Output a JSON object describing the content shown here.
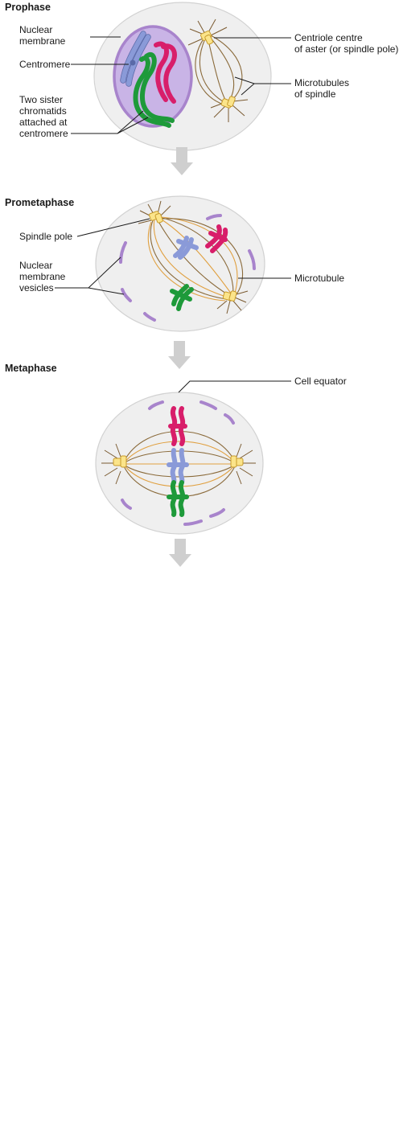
{
  "phases": [
    {
      "title": "Prophase",
      "labels": {
        "nuclear_membrane_line1": "Nuclear",
        "nuclear_membrane_line2": "membrane",
        "centromere": "Centromere",
        "sister_line1": "Two sister",
        "sister_line2": "chromatids",
        "sister_line3": "attached at",
        "sister_line4": "centromere",
        "centriole_line1": "Centriole centre",
        "centriole_line2": "of aster (or spindle pole)",
        "microtubules_line1": "Microtubules",
        "microtubules_line2": "of spindle"
      }
    },
    {
      "title": "Prometaphase",
      "labels": {
        "spindle_pole": "Spindle pole",
        "vesicles_line1": "Nuclear",
        "vesicles_line2": "membrane",
        "vesicles_line3": "vesicles",
        "microtubule": "Microtubule"
      }
    },
    {
      "title": "Metaphase",
      "labels": {
        "cell_equator": "Cell equator"
      }
    }
  ],
  "colors": {
    "chromosome_blue": "#8a9ad8",
    "chromosome_red": "#d81e6a",
    "chromosome_green": "#1e9a3a",
    "nucleus": "#c9b4e6",
    "nuclear_membrane": "#a884cc",
    "centriole": "#fbe48a",
    "spindle": "#8a6a3a",
    "cell_fill": "#efefef"
  }
}
